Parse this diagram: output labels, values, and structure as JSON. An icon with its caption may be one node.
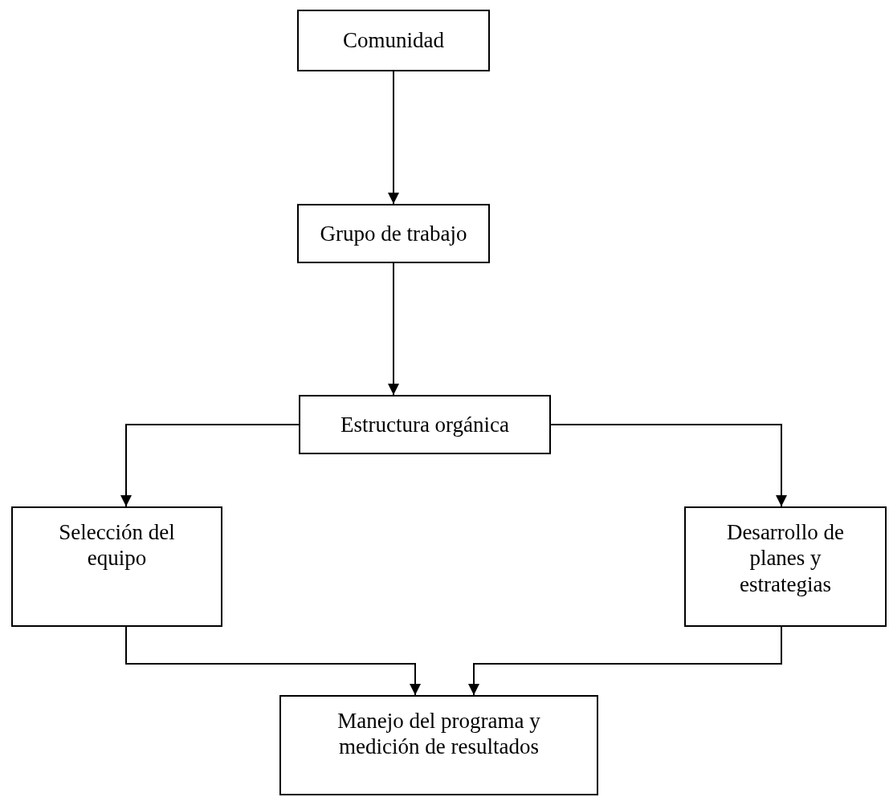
{
  "diagram": {
    "nodes": [
      {
        "text": [
          "Comunidad"
        ]
      },
      {
        "text": [
          "Grupo de trabajo"
        ]
      },
      {
        "text": [
          "Estructura orgánica"
        ]
      },
      {
        "text": [
          "Selección del equipo"
        ]
      },
      {
        "text": [
          "Desarrollo de planes y estrategias"
        ]
      },
      {
        "text": [
          "Manejo del programa y medición de resultados"
        ]
      }
    ],
    "edges": [
      {
        "from": 0,
        "to": 1,
        "arrow": "to"
      },
      {
        "from": 1,
        "to": 2,
        "arrow": "to"
      },
      {
        "from": 2,
        "to": 3,
        "arrow": "to"
      },
      {
        "from": 2,
        "to": 4,
        "arrow": "to"
      },
      {
        "from": 3,
        "to": 5,
        "arrow": "to"
      },
      {
        "from": 4,
        "to": 5,
        "arrow": "to"
      }
    ]
  }
}
